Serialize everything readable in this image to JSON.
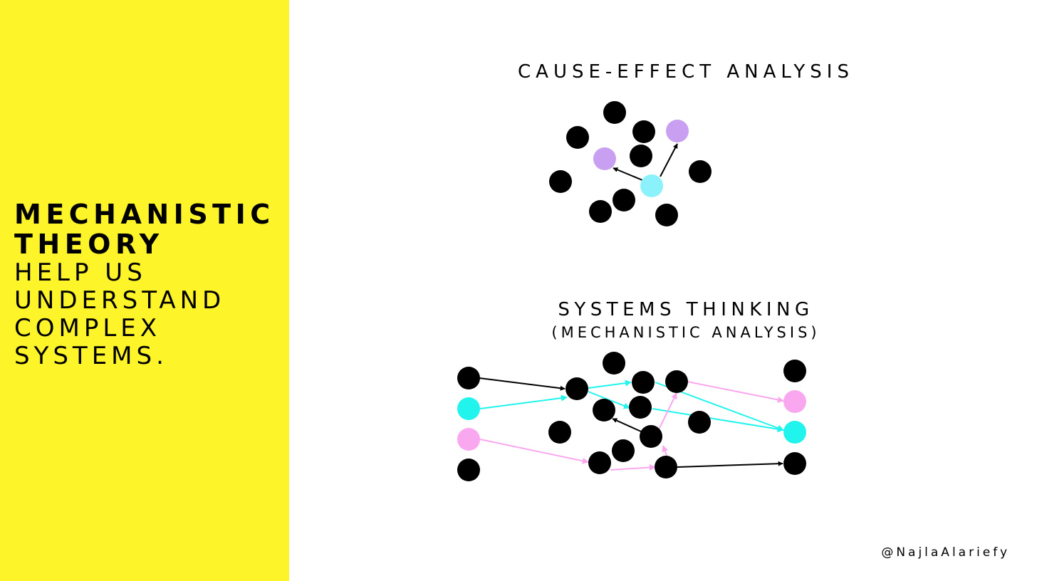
{
  "sidebar": {
    "background": "#fdf42a",
    "heading_lines": [
      "MECHANISTIC",
      "THEORY"
    ],
    "subtitle_lines": [
      "HELP US",
      "UNDERSTAND",
      "COMPLEX",
      "SYSTEMS."
    ]
  },
  "cause_effect": {
    "title": "CAUSE-EFFECT ANALYSIS"
  },
  "systems_thinking": {
    "title": "SYSTEMS THINKING",
    "subtitle": "(MECHANISTIC ANALYSIS)"
  },
  "credit": "@NajlaAlariefy",
  "colors": {
    "black": "#000000",
    "purple": "#c99ff2",
    "light_cyan": "#8bf2fb",
    "cyan": "#20f4ed",
    "pink": "#f9a8f0"
  }
}
